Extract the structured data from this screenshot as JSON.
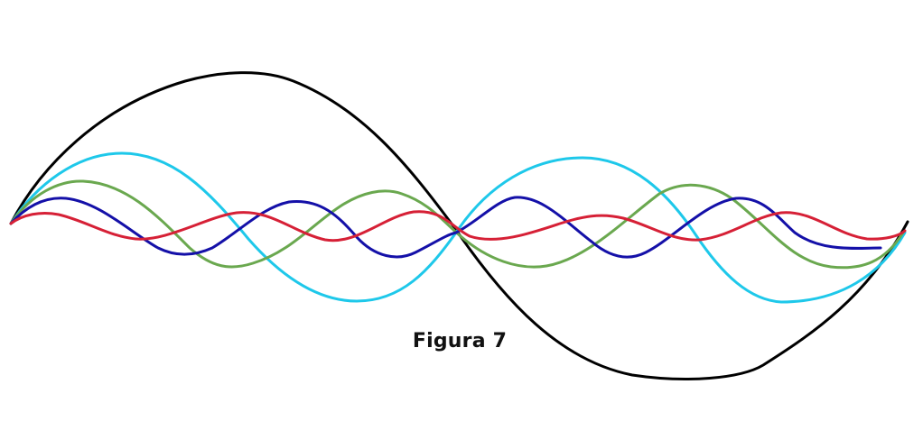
{
  "figure": {
    "caption": "Figura 7"
  },
  "waves": [
    {
      "id": "wave-black",
      "color": "#000000"
    },
    {
      "id": "wave-cyan",
      "color": "#1EC8EA"
    },
    {
      "id": "wave-green",
      "color": "#6AA84F"
    },
    {
      "id": "wave-blue",
      "color": "#1410A8"
    },
    {
      "id": "wave-red",
      "color": "#D62036"
    }
  ]
}
